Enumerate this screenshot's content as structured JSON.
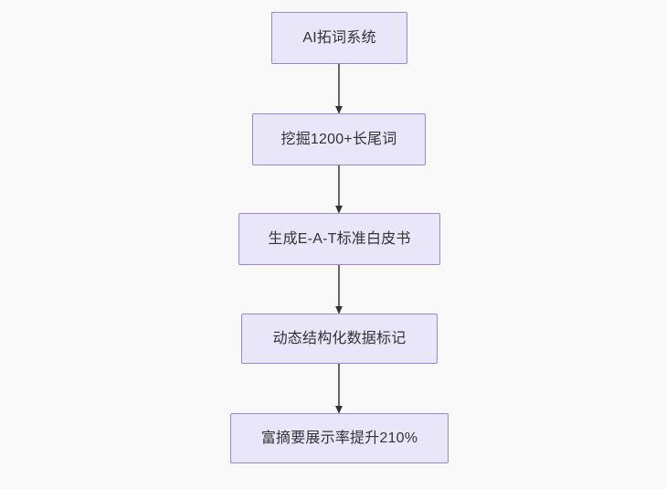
{
  "diagram": {
    "type": "flowchart",
    "direction": "top-to-bottom",
    "background_color": "#faf9f9",
    "node_fill_color": "#e9e6fa",
    "node_border_color": "#a183d6",
    "node_text_color": "#333333",
    "edge_color": "#666666",
    "nodes": [
      {
        "id": "node-0",
        "label": "AI拓词系统"
      },
      {
        "id": "node-1",
        "label": "挖掘1200+长尾词"
      },
      {
        "id": "node-2",
        "label": "生成E-A-T标准白皮书"
      },
      {
        "id": "node-3",
        "label": "动态结构化数据标记"
      },
      {
        "id": "node-4",
        "label": "富摘要展示率提升210%"
      }
    ],
    "edges": [
      {
        "from": "node-0",
        "to": "node-1",
        "label": ""
      },
      {
        "from": "node-1",
        "to": "node-2",
        "label": ""
      },
      {
        "from": "node-2",
        "to": "node-3",
        "label": ""
      },
      {
        "from": "node-3",
        "to": "node-4",
        "label": ""
      }
    ]
  }
}
